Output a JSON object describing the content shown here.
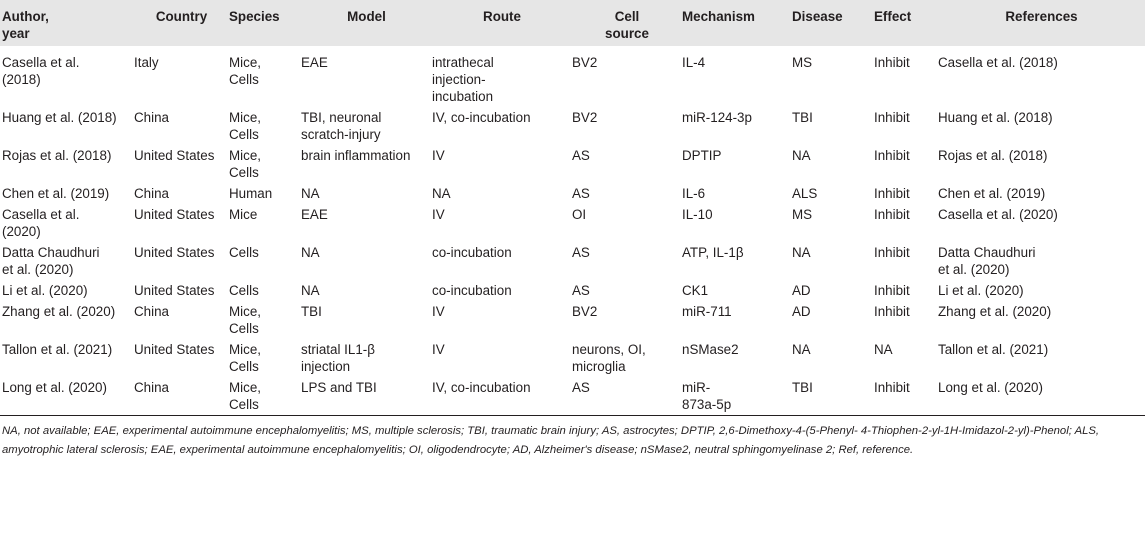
{
  "table": {
    "headers": [
      "Author,\nyear",
      "Country",
      "Species",
      "Model",
      "Route",
      "Cell\nsource",
      "Mechanism",
      "Disease",
      "Effect",
      "References"
    ],
    "rows": [
      [
        "Casella et al.\n(2018)",
        "Italy",
        "Mice,\nCells",
        "EAE",
        "intrathecal\ninjection-\nincubation",
        "BV2",
        "IL-4",
        "MS",
        "Inhibit",
        "Casella et al. (2018)"
      ],
      [
        "Huang et al. (2018)",
        "China",
        "Mice,\nCells",
        "TBI, neuronal\nscratch-injury",
        "IV, co-incubation",
        "BV2",
        "miR-124-3p",
        "TBI",
        "Inhibit",
        "Huang et al. (2018)"
      ],
      [
        "Rojas et al. (2018)",
        "United States",
        "Mice,\nCells",
        "brain inflammation",
        "IV",
        "AS",
        "DPTIP",
        "NA",
        "Inhibit",
        "Rojas et al. (2018)"
      ],
      [
        "Chen et al. (2019)",
        "China",
        "Human",
        "NA",
        "NA",
        "AS",
        "IL-6",
        "ALS",
        "Inhibit",
        "Chen et al. (2019)"
      ],
      [
        "Casella et al.\n(2020)",
        "United States",
        "Mice",
        "EAE",
        "IV",
        "OI",
        "IL-10",
        "MS",
        "Inhibit",
        "Casella et al. (2020)"
      ],
      [
        "Datta Chaudhuri\net al. (2020)",
        "United States",
        "Cells",
        "NA",
        "co-incubation",
        "AS",
        "ATP, IL-1β",
        "NA",
        "Inhibit",
        "Datta Chaudhuri\net al. (2020)"
      ],
      [
        "Li et al. (2020)",
        "United States",
        "Cells",
        "NA",
        "co-incubation",
        "AS",
        "CK1",
        "AD",
        "Inhibit",
        "Li et al. (2020)"
      ],
      [
        "Zhang et al. (2020)",
        "China",
        "Mice,\nCells",
        "TBI",
        "IV",
        "BV2",
        "miR-711",
        "AD",
        "Inhibit",
        "Zhang et al. (2020)"
      ],
      [
        "Tallon et al. (2021)",
        "United States",
        "Mice,\nCells",
        "striatal IL1-β\ninjection",
        "IV",
        "neurons, OI,\nmicroglia",
        "nSMase2",
        "NA",
        "NA",
        "Tallon et al. (2021)"
      ],
      [
        "Long et al. (2020)",
        "China",
        "Mice,\nCells",
        "LPS and TBI",
        "IV, co-incubation",
        "AS",
        "miR-\n873a-5p",
        "TBI",
        "Inhibit",
        "Long et al. (2020)"
      ]
    ],
    "footnote": "NA, not available; EAE, experimental autoimmune encephalomyelitis; MS, multiple sclerosis; TBI, traumatic brain injury; AS, astrocytes; DPTIP, 2,6-Dimethoxy-4-(5-Phenyl- 4-Thiophen-2-yl-1H-Imidazol-2-yl)-Phenol; ALS, amyotrophic lateral sclerosis; EAE, experimental autoimmune encephalomyelitis; OI, oligodendrocyte; AD, Alzheimer's disease; nSMase2, neutral sphingomyelinase 2; Ref, reference."
  },
  "colors": {
    "header_bg": "#e6e6e6",
    "text": "#231f20",
    "rule": "#231f20"
  }
}
